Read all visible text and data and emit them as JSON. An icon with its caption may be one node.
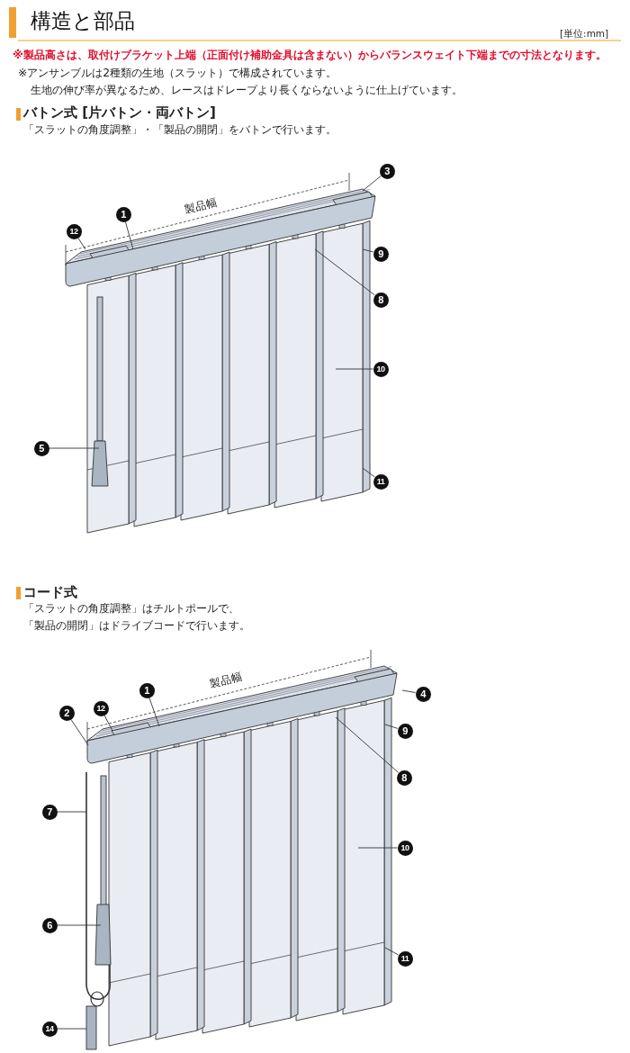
{
  "diagram": {
    "title": "構造と部品",
    "nodes": [
      {
        "text": [
          "3"
        ]
      },
      {
        "text": [
          "1"
        ]
      },
      {
        "text": [
          "12"
        ]
      },
      {
        "text": [
          "9"
        ]
      },
      {
        "text": [
          "8"
        ]
      },
      {
        "text": [
          "10"
        ]
      },
      {
        "text": [
          "5"
        ]
      },
      {
        "text": [
          "11"
        ]
      },
      {
        "text": [
          "4"
        ]
      },
      {
        "text": [
          "1"
        ]
      },
      {
        "text": [
          "9"
        ]
      },
      {
        "text": [
          "2"
        ]
      },
      {
        "text": [
          "12"
        ]
      },
      {
        "text": [
          "8"
        ]
      },
      {
        "text": [
          "7"
        ]
      },
      {
        "text": [
          "10"
        ]
      },
      {
        "text": [
          "6"
        ]
      },
      {
        "text": [
          "11"
        ]
      },
      {
        "text": [
          "14"
        ]
      }
    ],
    "edges": [
      {
        "from": 0,
        "to": null,
        "arrow": "none"
      },
      {
        "from": 1,
        "to": null,
        "arrow": "none"
      },
      {
        "from": 2,
        "to": null,
        "arrow": "none"
      },
      {
        "from": 3,
        "to": null,
        "arrow": "none"
      },
      {
        "from": 4,
        "to": null,
        "arrow": "none"
      },
      {
        "from": 5,
        "to": null,
        "arrow": "none"
      },
      {
        "from": 6,
        "to": null,
        "arrow": "none"
      },
      {
        "from": 7,
        "to": null,
        "arrow": "none"
      },
      {
        "from": 8,
        "to": null,
        "arrow": "none"
      },
      {
        "from": 9,
        "to": null,
        "arrow": "none"
      },
      {
        "from": 10,
        "to": null,
        "arrow": "none"
      },
      {
        "from": 11,
        "to": null,
        "arrow": "none"
      },
      {
        "from": 12,
        "to": null,
        "arrow": "none"
      },
      {
        "from": 13,
        "to": null,
        "arrow": "none"
      },
      {
        "from": 14,
        "to": null,
        "arrow": "none"
      },
      {
        "from": 15,
        "to": null,
        "arrow": "none"
      },
      {
        "from": 16,
        "to": null,
        "arrow": "none"
      },
      {
        "from": 17,
        "to": null,
        "arrow": "none"
      },
      {
        "from": 18,
        "to": null,
        "arrow": "none"
      }
    ],
    "labels": [
      "[単位:mm]",
      "※製品高さは、取付けブラケット上端（正面付け補助金具は含まない）からバランスウェイト下端までの寸法となります。",
      "※アンサンブルは2種類の生地（スラット）で構成されています。",
      "生地の伸び率が異なるため、レースはドレープより長くならないように仕上げています。",
      "バトン式 [片バトン・両バトン]",
      "「スラットの角度調整」・「製品の開閉」をバトンで行います。",
      "製品幅",
      "コード式",
      "「スラットの角度調整」はチルトポールで、",
      "「製品の開閉」はドライブコードで行います。",
      "製品幅"
    ]
  }
}
